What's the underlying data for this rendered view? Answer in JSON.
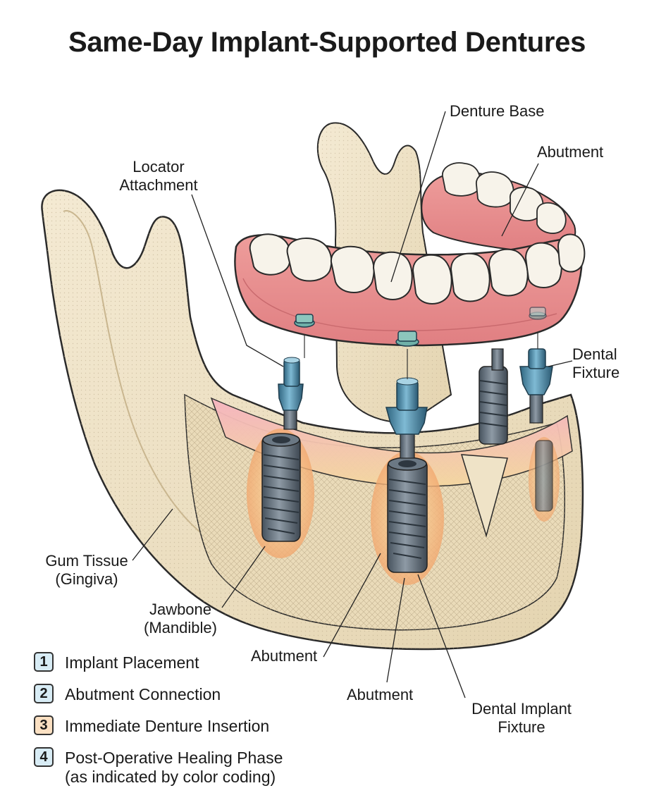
{
  "title": "Same-Day Implant-Supported Dentures",
  "labels": {
    "denture_base": "Denture Base",
    "abutment_top": "Abutment",
    "locator_line1": "Locator",
    "locator_line2": "Attachment",
    "dental_fixture_line1": "Dental",
    "dental_fixture_line2": "Fixture",
    "gum_line1": "Gum Tissue",
    "gum_line2": "(Gingiva)",
    "jawbone_line1": "Jawbone",
    "jawbone_line2": "(Mandible)",
    "abutment_mid": "Abutment",
    "abutment_bottom": "Abutment",
    "implant_fixture_line1": "Dental Implant",
    "implant_fixture_line2": "Fixture"
  },
  "legend": [
    {
      "number": "1",
      "text": "Implant Placement",
      "color": "#d8ecf5"
    },
    {
      "number": "2",
      "text": "Abutment Connection",
      "color": "#d8ecf5"
    },
    {
      "number": "3",
      "text": "Immediate Denture Insertion",
      "color": "#fbe0c2"
    },
    {
      "number": "4",
      "text": "Post-Operative Healing Phase",
      "text2": "(as indicated by color coding)",
      "color": "#d8ecf5"
    }
  ],
  "colors": {
    "bone": "#efe3c7",
    "gum": "#f2a7b4",
    "denture_base": "#e98f8f",
    "tooth": "#f7f3ea",
    "implant": "#5d6b78",
    "abutment": "#4f8eaa",
    "osseo_glow": "#f6cf86"
  }
}
